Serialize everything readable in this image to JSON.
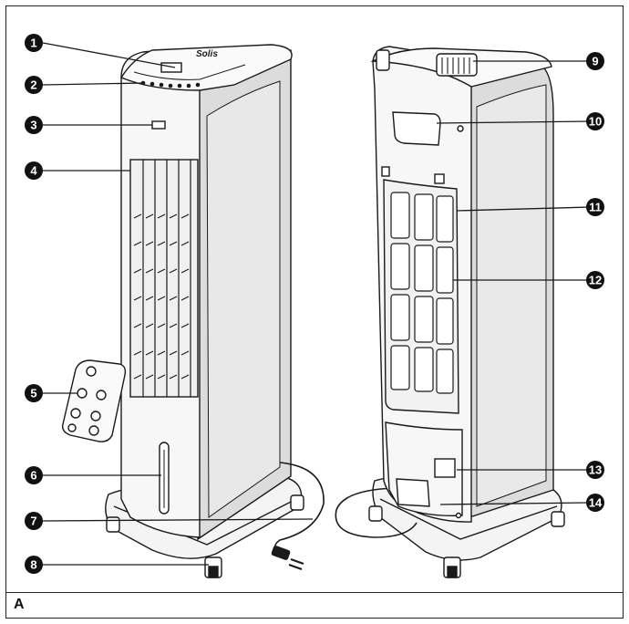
{
  "figure": {
    "label": "A",
    "logo_text": "Solis",
    "callouts": [
      {
        "num": "1"
      },
      {
        "num": "2"
      },
      {
        "num": "3"
      },
      {
        "num": "4"
      },
      {
        "num": "5"
      },
      {
        "num": "6"
      },
      {
        "num": "7"
      },
      {
        "num": "8"
      },
      {
        "num": "9"
      },
      {
        "num": "10"
      },
      {
        "num": "11"
      },
      {
        "num": "12"
      },
      {
        "num": "13"
      },
      {
        "num": "14"
      }
    ]
  },
  "colors": {
    "line": "#1a1a1a",
    "body_fill": "#f4f4f4",
    "side_fill": "#dcdcdc",
    "callout_fill": "#111111"
  }
}
